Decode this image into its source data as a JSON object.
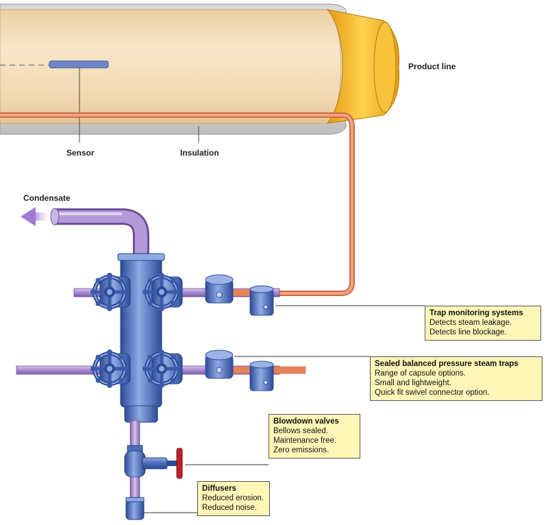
{
  "labels": {
    "product_line": "Product line",
    "sensor": "Sensor",
    "insulation": "Insulation",
    "condensate": "Condensate"
  },
  "callouts": {
    "trap_monitoring": {
      "title": "Trap monitoring systems",
      "lines": [
        "Detects steam leakage.",
        "Detects line blockage."
      ]
    },
    "steam_traps": {
      "title": "Sealed balanced pressure steam traps",
      "lines": [
        "Range of capsule options.",
        "Small and lightweight.",
        "Quick fit swivel connector option."
      ]
    },
    "blowdown": {
      "title": "Blowdown valves",
      "lines": [
        "Bellows sealed.",
        "Maintenance free.",
        "Zero emissions."
      ]
    },
    "diffusers": {
      "title": "Diffusers",
      "lines": [
        "Reduced erosion.",
        "Reduced noise."
      ]
    }
  },
  "colors": {
    "insulation": "#f3ddb8",
    "pipe_end": "#f4b52a",
    "tracer": "#e8825a",
    "condensate_pipe": "#b59ad6",
    "equipment": "#4a6bb8",
    "callout_fill": "#fff6b8"
  }
}
